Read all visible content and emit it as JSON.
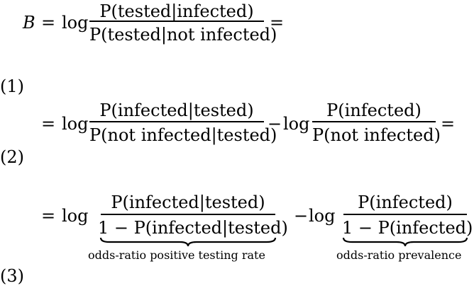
{
  "line1": {
    "lhs": "B",
    "eq": "=",
    "log": "log",
    "num": "P(tested|infected)",
    "den": "P(tested|not infected)",
    "trail": "="
  },
  "line2": {
    "eq": "=",
    "log1": "log",
    "num1": "P(infected|tested)",
    "den1": "P(not infected|tested)",
    "minus": "−",
    "log2": "log",
    "num2": "P(infected)",
    "den2": "P(not infected)",
    "trail": "="
  },
  "line3": {
    "eq": "=",
    "log1": "log",
    "num1": "P(infected|tested)",
    "den1": "1 − P(infected|tested)",
    "brace1_label": "odds-ratio positive testing rate",
    "minus": "−",
    "log2": "log",
    "num2": "P(infected)",
    "den2": "1 − P(infected)",
    "brace2_label": "odds-ratio prevalence"
  },
  "equation_numbers": [
    "(1)",
    "(2)",
    "(3)"
  ]
}
